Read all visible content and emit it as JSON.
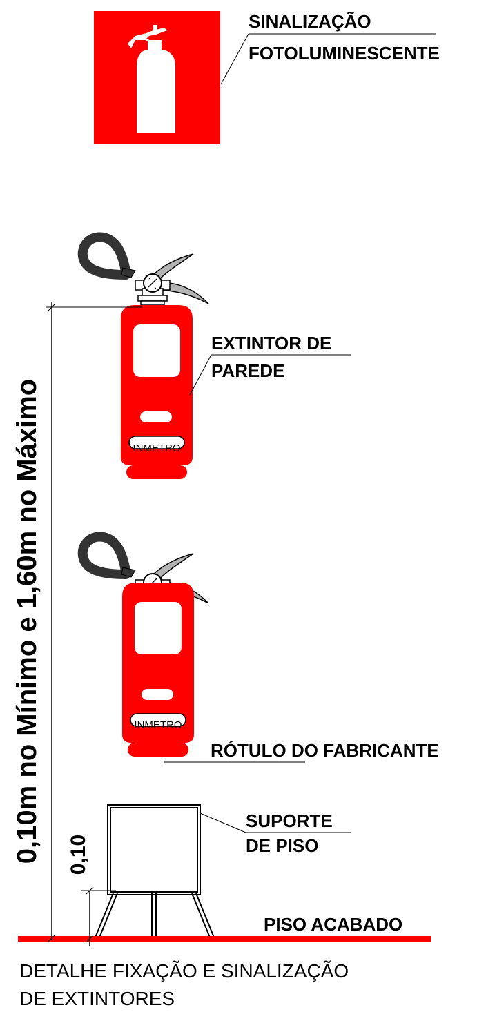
{
  "labels": {
    "sign_line1": "SINALIZAÇÃO",
    "sign_line2": "FOTOLUMINESCENTE",
    "wall_ext_line1": "EXTINTOR DE",
    "wall_ext_line2": "PAREDE",
    "badge": "INMETRO",
    "label_rotulo": "RÓTULO DO FABRICANTE",
    "support_line1": "SUPORTE",
    "support_line2": "DE PISO",
    "floor": "PISO ACABADO",
    "dim_vertical": "0,10m no Mínimo e 1,60m no Máximo",
    "dim_small": "0,10"
  },
  "title": {
    "line1": "DETALHE FIXAÇÃO E SINALIZAÇÃO",
    "line2": "DE EXTINTORES"
  },
  "colors": {
    "red": "#ff0000",
    "hose": "#333333",
    "handle": "#b4b4b4",
    "line": "#000000"
  }
}
